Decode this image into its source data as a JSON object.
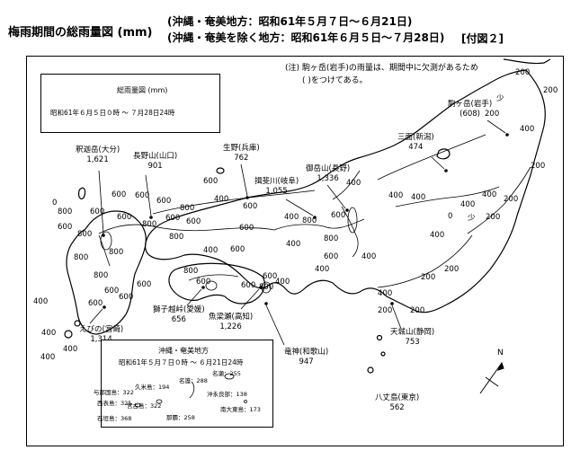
{
  "header": {
    "title": "梅雨期間の総雨量図 (mm)",
    "paren_line1": "(沖縄・奄美地方：昭和61年５月７日～６月21日)",
    "paren_line2": "(沖縄・奄美を除く地方：昭和61年６月５日～７月28日)",
    "figure_id": "[付図２]"
  },
  "legend": {
    "title": "総雨量図 (mm)",
    "period": "昭和61年６月５日０時 ～ ７月28日24時"
  },
  "note": {
    "line1": "(注) 駒ヶ岳(岩手)の雨量は、期間中に欠測があるため",
    "line2": "(    )をつけてある。"
  },
  "stations": [
    {
      "id": "shakagatake",
      "name": "釈迦岳(大分)",
      "value": "1,621"
    },
    {
      "id": "nagano-yama",
      "name": "長野山(山口)",
      "value": "901"
    },
    {
      "id": "ikuno",
      "name": "生野(兵庫)",
      "value": "762"
    },
    {
      "id": "ontake",
      "name": "御岳山(長野)",
      "value": "1,336"
    },
    {
      "id": "ibigawa",
      "name": "揖斐川(岐阜)",
      "value": "1,055"
    },
    {
      "id": "sanmen",
      "name": "三面(新潟)",
      "value": "474"
    },
    {
      "id": "komagatake",
      "name": "駒ヶ岳(岩手)",
      "value": "(608)"
    },
    {
      "id": "shishigoe",
      "name": "獅子越峠(愛媛)",
      "value": "656"
    },
    {
      "id": "yanase",
      "name": "魚梁瀬(高知)",
      "value": "1,226"
    },
    {
      "id": "ebino",
      "name": "えびの(宮崎)",
      "value": "1,314"
    },
    {
      "id": "ryujin",
      "name": "竜神(和歌山)",
      "value": "947"
    },
    {
      "id": "amagi",
      "name": "天城山(静岡)",
      "value": "753"
    },
    {
      "id": "hachijo",
      "name": "八丈島(東京)",
      "value": "562"
    }
  ],
  "contours": {
    "c200": "200",
    "c400": "400",
    "c600": "600",
    "c800": "800",
    "c0": "0",
    "shou": "少"
  },
  "inset": {
    "title": "沖縄・奄美地方",
    "period": "昭和61年５月７日０時 ～ ６月21日24時",
    "stations": [
      {
        "id": "naze",
        "text": "名瀬：255"
      },
      {
        "id": "nago",
        "text": "名護：288"
      },
      {
        "id": "kumejima",
        "text": "久米島：194"
      },
      {
        "id": "okinoerabu",
        "text": "沖永良部：138"
      },
      {
        "id": "yonaguni",
        "text": "与那国島：322"
      },
      {
        "id": "iriomote",
        "text": "西表島：325"
      },
      {
        "id": "miyako",
        "text": "宮古島：322"
      },
      {
        "id": "naha",
        "text": "那覇：258"
      },
      {
        "id": "minamidaito",
        "text": "南大東島：173"
      },
      {
        "id": "ishigaki",
        "text": "石垣島：368"
      }
    ]
  },
  "compass": {
    "north": "N"
  },
  "colors": {
    "ink": "#000000",
    "paper": "#ffffff"
  }
}
